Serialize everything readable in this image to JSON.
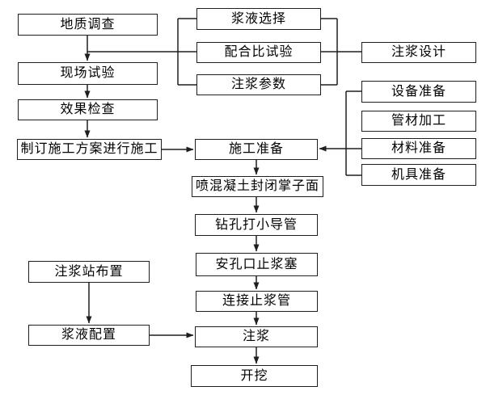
{
  "diagram": {
    "type": "flowchart",
    "nodes": {
      "survey": "地质调查",
      "field_test": "现场试验",
      "effect_check": "效果检查",
      "plan": "制订施工方案进行施工",
      "slurry_select": "浆液选择",
      "mix_test": "配合比试验",
      "grout_params": "注浆参数",
      "grout_design": "注浆设计",
      "equip_prep": "设备准备",
      "pipe_process": "管材加工",
      "material_prep": "材料准备",
      "tool_prep": "机具准备",
      "constr_prep": "施工准备",
      "shotcrete": "喷混凝土封闭掌子面",
      "drill": "钻孔打小导管",
      "plug": "安孔口止浆塞",
      "connect_pipe": "连接止浆管",
      "grouting": "注浆",
      "excavate": "开挖",
      "station": "注浆站布置",
      "slurry_config": "浆液配置"
    },
    "colors": {
      "line": "#1f1f1f",
      "box_border": "#1f1f1f",
      "box_fill": "#ffffff",
      "text": "#000000",
      "background": "#ffffff"
    }
  }
}
